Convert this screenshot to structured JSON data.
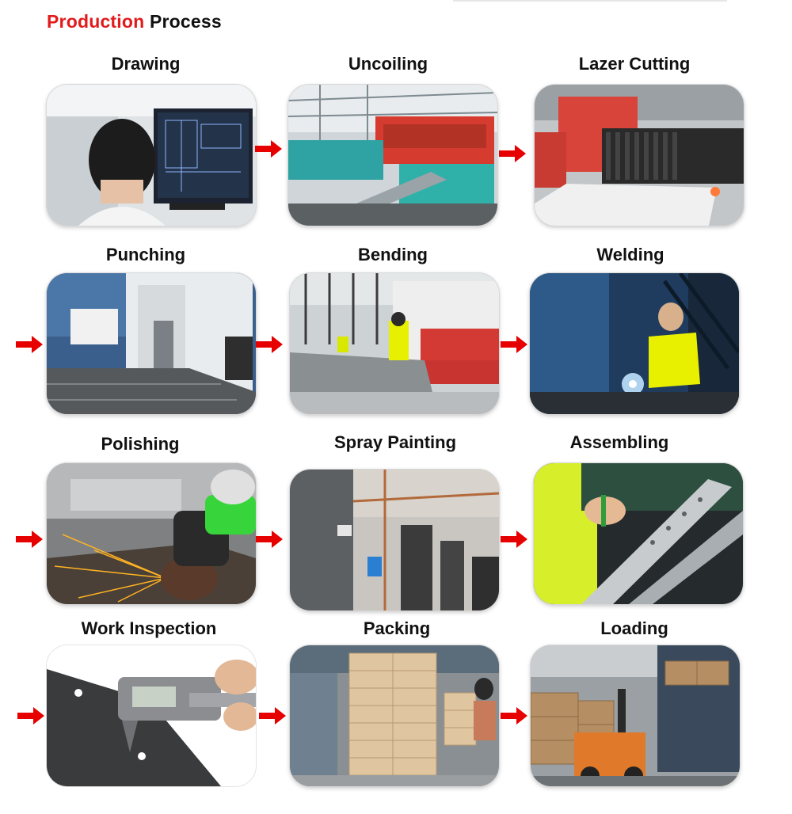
{
  "header": {
    "accent": "Production",
    "rest": "Process"
  },
  "steps": [
    {
      "label": "Drawing"
    },
    {
      "label": "Uncoiling"
    },
    {
      "label": "Lazer Cutting"
    },
    {
      "label": "Punching"
    },
    {
      "label": "Bending"
    },
    {
      "label": "Welding"
    },
    {
      "label": "Polishing"
    },
    {
      "label": "Spray Painting"
    },
    {
      "label": "Assembling"
    },
    {
      "label": "Work Inspection"
    },
    {
      "label": "Packing"
    },
    {
      "label": "Loading"
    }
  ],
  "colors": {
    "accent": "#e11b1b",
    "text": "#111111",
    "arrow": "#e60000"
  },
  "icons": {
    "arrow": "red-arrow-right-icon"
  }
}
